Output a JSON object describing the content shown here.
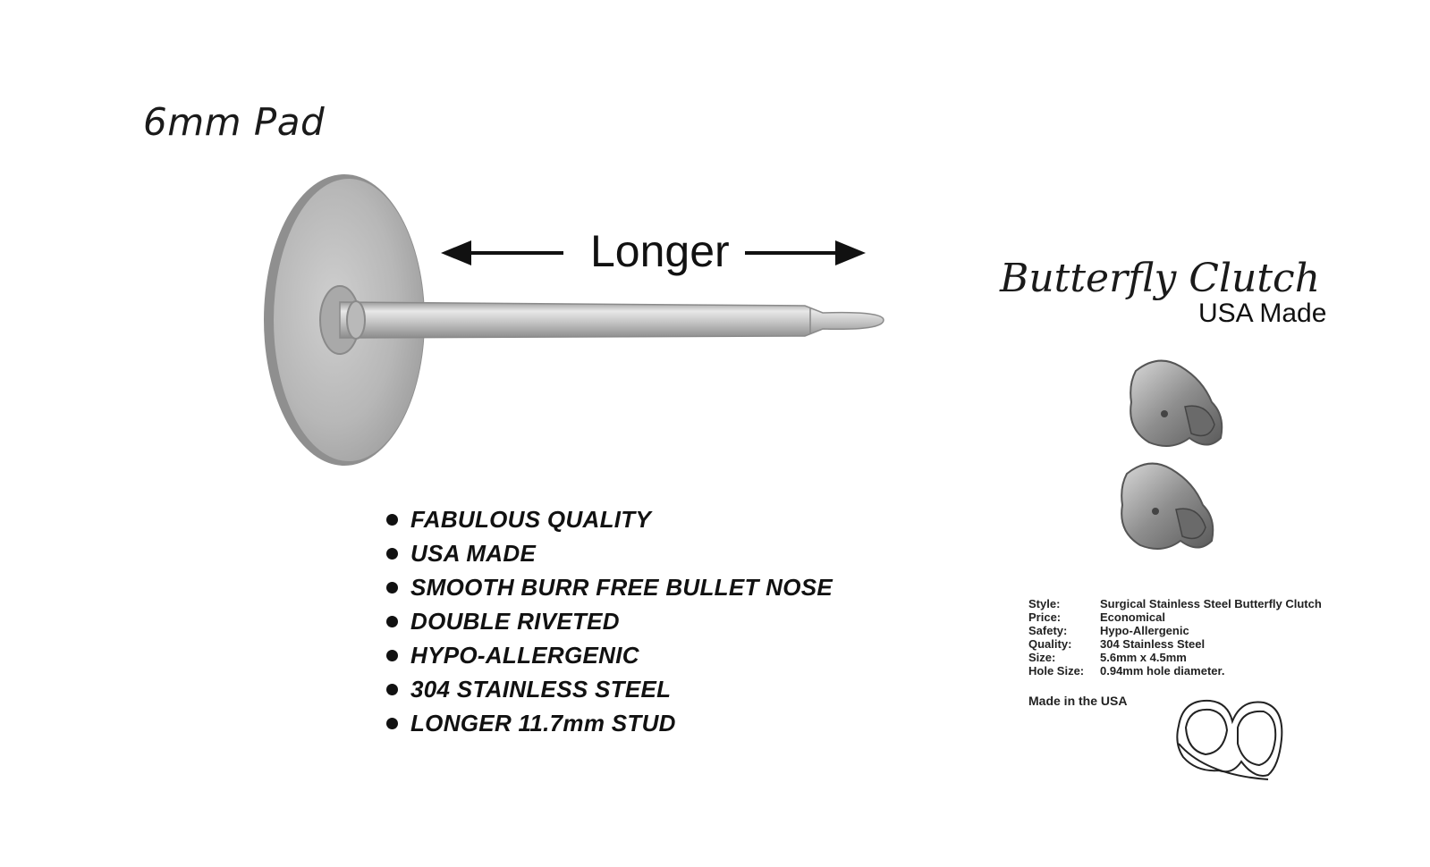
{
  "pad_title": "6mm Pad",
  "arrow_label": "Longer",
  "features": [
    "FABULOUS QUALITY",
    "USA MADE",
    "SMOOTH BURR FREE BULLET NOSE",
    "DOUBLE RIVETED",
    "HYPO-ALLERGENIC",
    "304 STAINLESS STEEL",
    "LONGER 11.7mm STUD"
  ],
  "clutch": {
    "title": "Butterfly Clutch",
    "subtitle": "USA Made",
    "specs": [
      {
        "label": "Style:",
        "value": "Surgical Stainless Steel Butterfly Clutch"
      },
      {
        "label": "Price:",
        "value": "Economical"
      },
      {
        "label": "Safety:",
        "value": "Hypo-Allergenic"
      },
      {
        "label": "Quality:",
        "value": "304 Stainless Steel"
      },
      {
        "label": "Size:",
        "value": "5.6mm x 4.5mm"
      },
      {
        "label": "Hole Size:",
        "value": "0.94mm hole diameter."
      }
    ],
    "made_in": "Made in the USA"
  },
  "colors": {
    "metal_light": "#d4d4d4",
    "metal_mid": "#b0b0b0",
    "metal_dark": "#7a7a7a",
    "text": "#111111"
  }
}
